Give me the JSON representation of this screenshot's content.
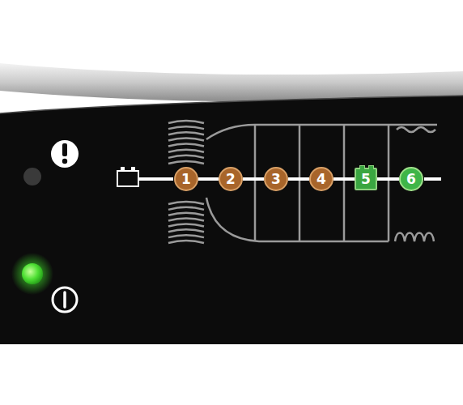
{
  "diagram": {
    "nodes": [
      {
        "text": [
          "1"
        ]
      },
      {
        "text": [
          "2"
        ]
      },
      {
        "text": [
          "3"
        ]
      },
      {
        "text": [
          "4"
        ]
      },
      {
        "text": [
          "5"
        ]
      },
      {
        "text": [
          "6"
        ]
      }
    ],
    "edges": [
      {
        "from": 0,
        "to": 1,
        "arrow": "none"
      },
      {
        "from": 1,
        "to": 2,
        "arrow": "none"
      },
      {
        "from": 2,
        "to": 3,
        "arrow": "none"
      },
      {
        "from": 3,
        "to": 4,
        "arrow": "none"
      },
      {
        "from": 4,
        "to": 5,
        "arrow": "none"
      }
    ]
  }
}
